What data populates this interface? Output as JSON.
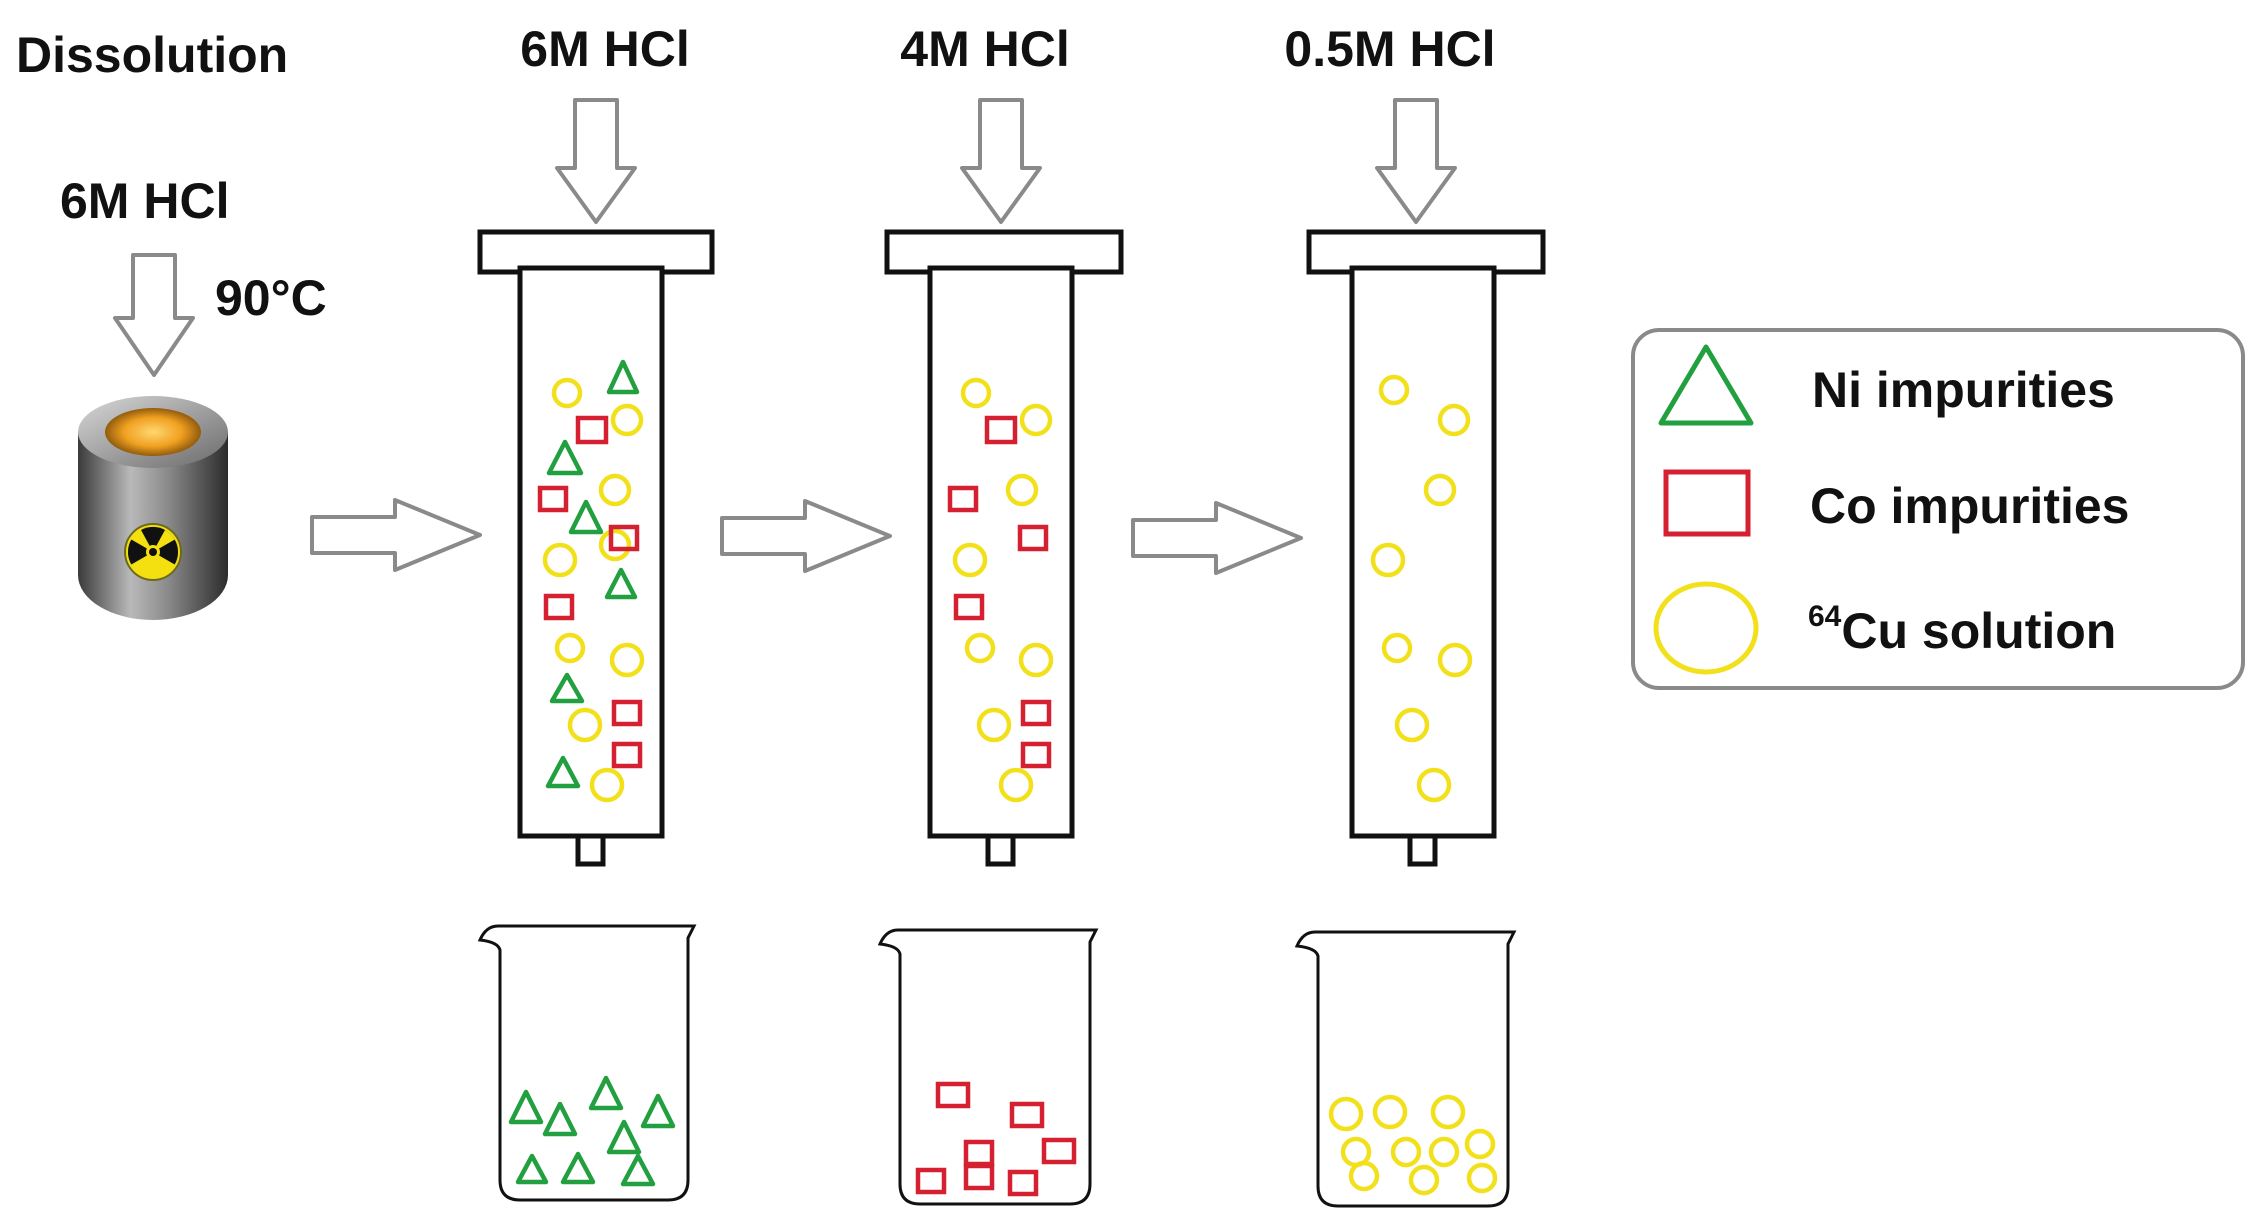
{
  "labels": {
    "title": "Dissolution",
    "dissolve_acid": "6M HCl",
    "temperature": "90°C",
    "eluent_1": "6M HCl",
    "eluent_2": "4M HCl",
    "eluent_3": "0.5M HCl"
  },
  "legend": {
    "items": [
      {
        "symbol": "triangle",
        "label": "Ni impurities",
        "color": "#22a040"
      },
      {
        "symbol": "square",
        "label": "Co impurities",
        "color": "#d42030"
      },
      {
        "symbol": "circle",
        "label_prefix": "64",
        "label": "Cu solution",
        "color": "#f2e01a"
      }
    ]
  },
  "colors": {
    "ni": "#22a040",
    "co": "#d42030",
    "cu": "#f2e01a",
    "outline": "#111111",
    "arrow": "#8a8a8a"
  },
  "icons": {
    "target": "radioactive-target-icon"
  }
}
